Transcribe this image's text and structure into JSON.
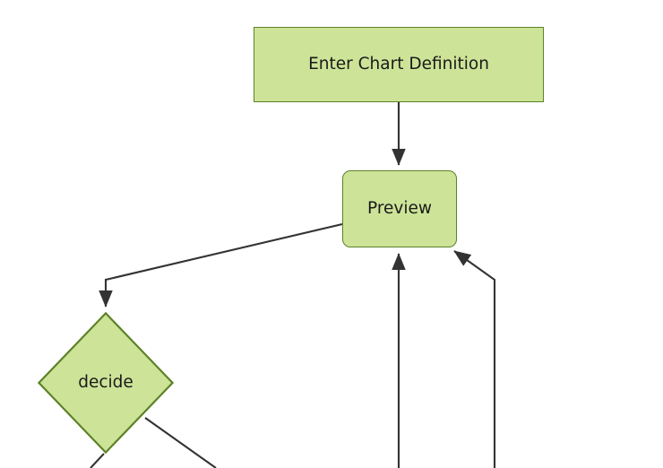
{
  "diagram": {
    "type": "flowchart",
    "background_color": "#ffffff",
    "node_fill": "#cde498",
    "node_stroke": "#5d8229",
    "edge_stroke": "#333333",
    "text_color": "#1a1a1a",
    "nodes": [
      {
        "id": "enter",
        "label": "Enter Chart Definition",
        "shape": "rectangle"
      },
      {
        "id": "preview",
        "label": "Preview",
        "shape": "rounded-rectangle"
      },
      {
        "id": "decide",
        "label": "decide",
        "shape": "diamond"
      }
    ],
    "edges": [
      {
        "from": "enter",
        "to": "preview",
        "label": ""
      },
      {
        "from": "preview",
        "to": "decide",
        "label": ""
      },
      {
        "from": "offscreen-left",
        "to": "preview",
        "label": ""
      },
      {
        "from": "offscreen-right",
        "to": "preview",
        "label": ""
      },
      {
        "from": "decide",
        "to": "offscreen-down-left",
        "label": ""
      },
      {
        "from": "decide",
        "to": "offscreen-down-right",
        "label": ""
      }
    ]
  }
}
